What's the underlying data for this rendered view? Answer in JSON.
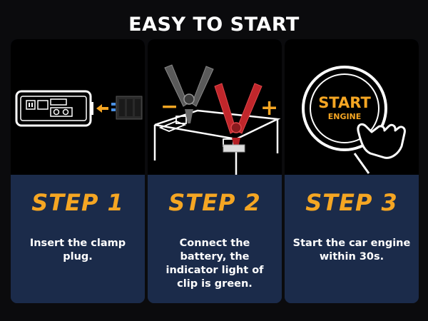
{
  "header": {
    "title": "EASY TO START"
  },
  "steps": [
    {
      "label": "STEP 1",
      "text": "Insert the clamp plug."
    },
    {
      "label": "STEP 2",
      "text": "Connect the battery, the indicator light of clip is green."
    },
    {
      "label": "STEP 3",
      "text": "Start the car engine within 30s."
    }
  ],
  "button": {
    "main": "START",
    "sub": "ENGINE"
  },
  "polarity": {
    "negative": "−",
    "positive": "+"
  },
  "colors": {
    "accent": "#f5a623",
    "panel": "#1b2b4a",
    "clip_red": "#c0262b",
    "clip_black": "#4a4a4a"
  }
}
